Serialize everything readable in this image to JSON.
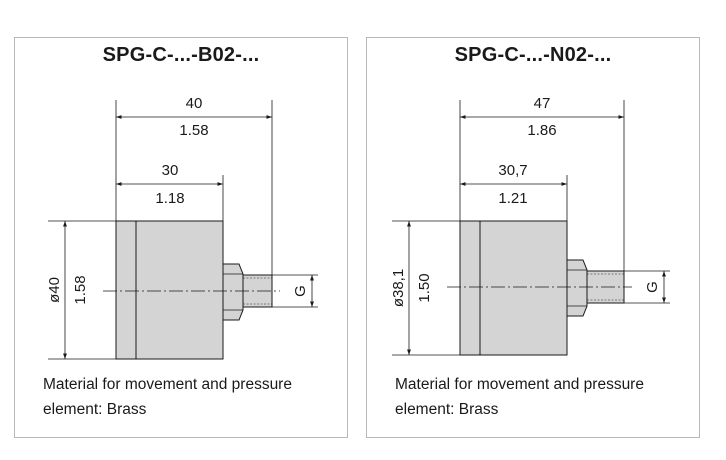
{
  "panels": [
    {
      "title": "SPG-C-...-B02-...",
      "dim_overall_mm": "40",
      "dim_overall_in": "1.58",
      "dim_body_mm": "30",
      "dim_body_in": "1.18",
      "dim_dia_mm": "ø40",
      "dim_dia_in": "1.58",
      "thread_label": "G",
      "caption_line1": "Material for movement and pressure",
      "caption_line2": "element: Brass"
    },
    {
      "title": "SPG-C-...-N02-...",
      "dim_overall_mm": "47",
      "dim_overall_in": "1.86",
      "dim_body_mm": "30,7",
      "dim_body_in": "1.21",
      "dim_dia_mm": "ø38,1",
      "dim_dia_in": "1.50",
      "thread_label": "G",
      "caption_line1": "Material for movement and pressure",
      "caption_line2": "element: Brass"
    }
  ],
  "colors": {
    "body_fill": "#d4d4d4",
    "line": "#1a1a1a",
    "border": "#b8b8b8"
  }
}
